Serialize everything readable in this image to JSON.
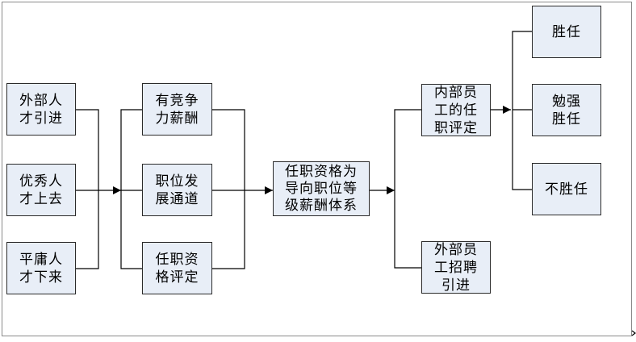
{
  "diagram": {
    "talent_sources": [
      {
        "label": "外部人\n才引进"
      },
      {
        "label": "优秀人\n才上去"
      },
      {
        "label": "平庸人\n才下来"
      }
    ],
    "mechanisms": [
      {
        "label": "有竞争\n力薪酬"
      },
      {
        "label": "职位发\n展通道"
      },
      {
        "label": "任职资\n格评定"
      }
    ],
    "core": {
      "label": "任职资格为\n导向职位等\n级薪酬体系"
    },
    "paths": [
      {
        "label": "内部员\n工的任\n职评定"
      },
      {
        "label": "外部员\n工招聘\n引进"
      }
    ],
    "outcomes": [
      {
        "label": "胜任"
      },
      {
        "label": "勉强\n胜任"
      },
      {
        "label": "不胜任"
      }
    ],
    "colors": {
      "box_fill": "#e8eef7",
      "box_border": "#2b2b2b",
      "line": "#000000",
      "frame": "#8a8a8a"
    }
  }
}
